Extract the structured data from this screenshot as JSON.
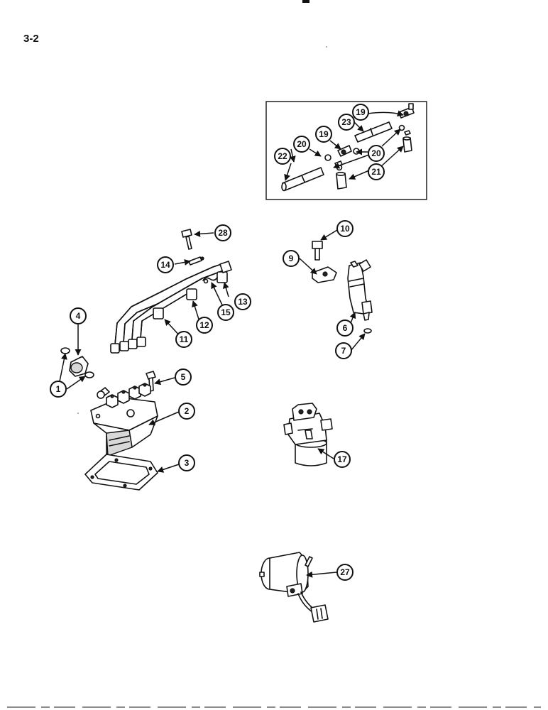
{
  "page": {
    "number": "3-2"
  },
  "callouts": [
    {
      "id": "c1",
      "label": "1"
    },
    {
      "id": "c2",
      "label": "2"
    },
    {
      "id": "c3",
      "label": "3"
    },
    {
      "id": "c4",
      "label": "4"
    },
    {
      "id": "c5",
      "label": "5"
    },
    {
      "id": "c6",
      "label": "6"
    },
    {
      "id": "c7",
      "label": "7"
    },
    {
      "id": "c9",
      "label": "9"
    },
    {
      "id": "c10",
      "label": "10"
    },
    {
      "id": "c11",
      "label": "11"
    },
    {
      "id": "c12",
      "label": "12"
    },
    {
      "id": "c13",
      "label": "13"
    },
    {
      "id": "c14",
      "label": "14"
    },
    {
      "id": "c15",
      "label": "15"
    },
    {
      "id": "c17",
      "label": "17"
    },
    {
      "id": "c19a",
      "label": "19"
    },
    {
      "id": "c19b",
      "label": "19"
    },
    {
      "id": "c20a",
      "label": "20"
    },
    {
      "id": "c20b",
      "label": "20"
    },
    {
      "id": "c21",
      "label": "21"
    },
    {
      "id": "c22",
      "label": "22"
    },
    {
      "id": "c23",
      "label": "23"
    },
    {
      "id": "c27",
      "label": "27"
    },
    {
      "id": "c28",
      "label": "28"
    }
  ]
}
